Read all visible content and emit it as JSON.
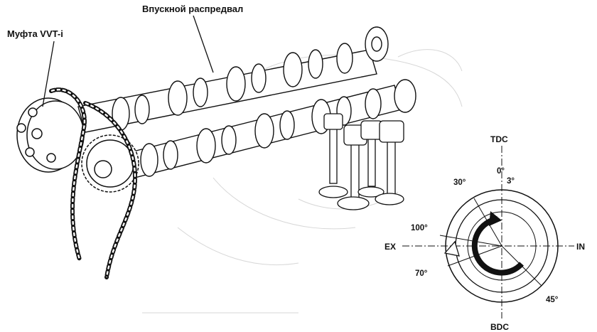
{
  "labels": {
    "intake_camshaft": "Впускной распредвал",
    "vvt_coupling": "Муфта VVT-i"
  },
  "timing_diagram": {
    "top": "TDC",
    "bottom": "BDC",
    "left": "EX",
    "right": "IN",
    "angles": {
      "zero": "0°",
      "three": "3°",
      "thirty": "30°",
      "hundred": "100°",
      "seventy": "70°",
      "forty_five": "45°"
    }
  }
}
